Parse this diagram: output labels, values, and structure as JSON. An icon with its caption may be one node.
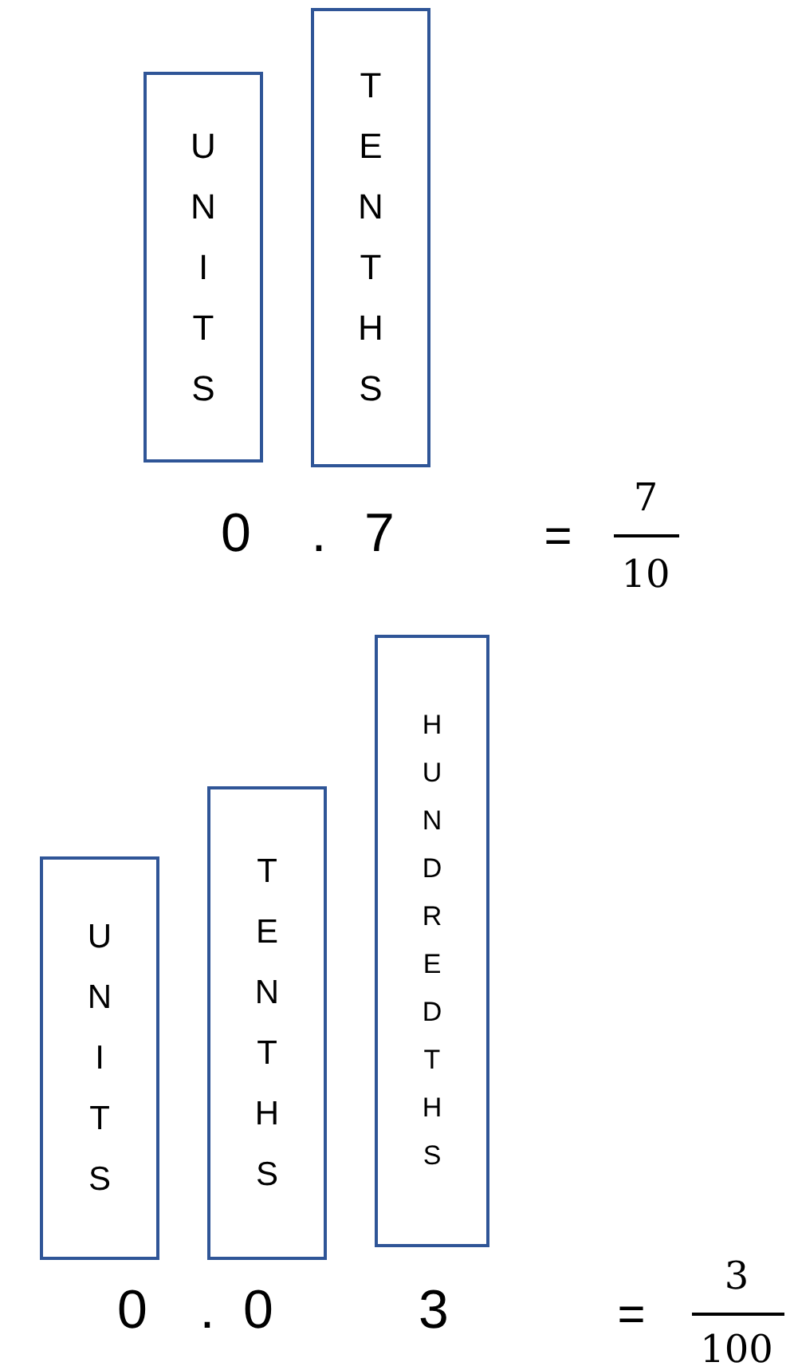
{
  "diagram": {
    "nodes": [
      {
        "text": [
          "UNITS"
        ]
      },
      {
        "text": [
          "TENTHS"
        ]
      },
      {
        "text": [
          "UNITS"
        ]
      },
      {
        "text": [
          "TENTHS"
        ]
      },
      {
        "text": [
          "HUNDREDTHS"
        ]
      }
    ],
    "edges": [],
    "labels": [
      "0",
      ".",
      "7",
      "=",
      "7",
      "10",
      "0",
      ".",
      "0",
      "3",
      "=",
      "3",
      "100"
    ]
  }
}
